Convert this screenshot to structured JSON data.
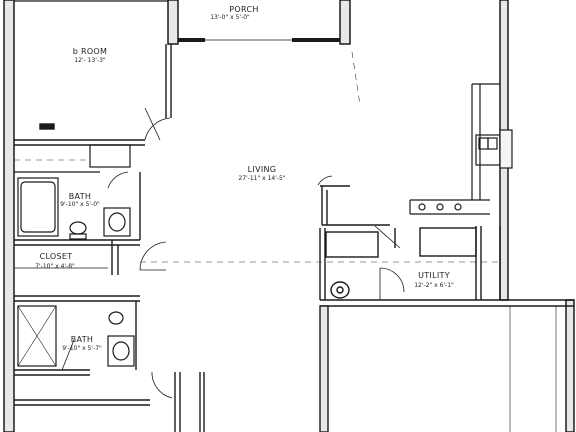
{
  "rooms": {
    "porch": {
      "name": "PORCH",
      "dims": "13'-0\" x 5'-0\""
    },
    "bedroom": {
      "name": "b  ROOM",
      "dims": "12'-    13'-3\""
    },
    "living": {
      "name": "LIVING",
      "dims": "27'-11\" x 14'-5\""
    },
    "bath1": {
      "name": "BATH",
      "dims": "9'-10\" x 5'-0\""
    },
    "closet": {
      "name": "CLOSET",
      "dims": "7'-10\" x 4'-8\""
    },
    "bath2": {
      "name": "BATH",
      "dims": "9'-10\" x 5'-7\""
    },
    "utility": {
      "name": "UTILITY",
      "dims": "12'-2\" x 6'-1\""
    }
  },
  "colors": {
    "wall": "#1a1a1a",
    "line": "#333333",
    "paper": "#ffffff"
  }
}
